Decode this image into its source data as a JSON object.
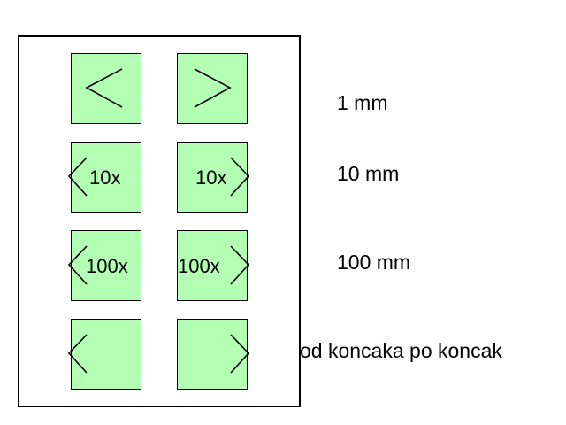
{
  "colors": {
    "button_fill": "#b3ffb3",
    "border": "#000000",
    "background": "#ffffff"
  },
  "rows": [
    {
      "left_label": "",
      "right_label": "",
      "side_label": "1 mm"
    },
    {
      "left_label": "10x",
      "right_label": "10x",
      "side_label": "10 mm"
    },
    {
      "left_label": "100x",
      "right_label": "100x",
      "side_label": "100 mm"
    },
    {
      "left_label": "",
      "right_label": "",
      "side_label": "od koncaka po koncak"
    }
  ],
  "icons": {
    "left": "chevron-left-icon",
    "right": "chevron-right-icon"
  }
}
